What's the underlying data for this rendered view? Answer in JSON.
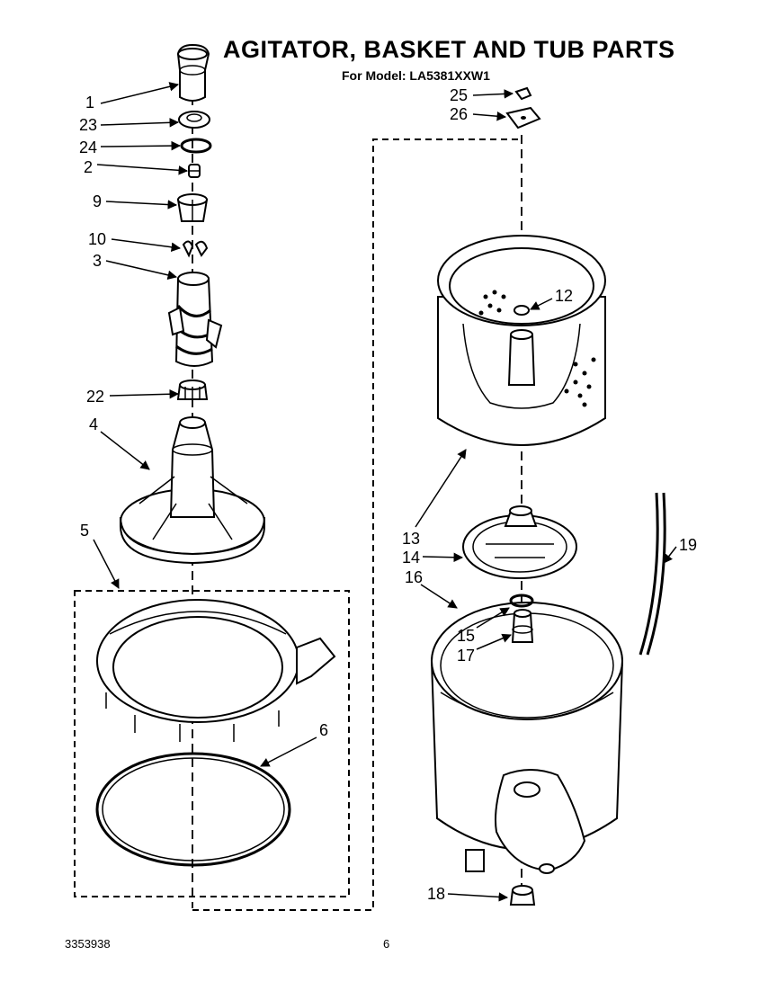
{
  "title": "AGITATOR, BASKET AND TUB PARTS",
  "subtitle": "For Model: LA5381XXW1",
  "footer": {
    "doc_number": "3353938",
    "page_number": "6"
  },
  "callouts": [
    "1",
    "23",
    "24",
    "2",
    "9",
    "10",
    "3",
    "22",
    "4",
    "5",
    "6",
    "25",
    "26",
    "12",
    "13",
    "14",
    "16",
    "15",
    "17",
    "19",
    "18"
  ]
}
